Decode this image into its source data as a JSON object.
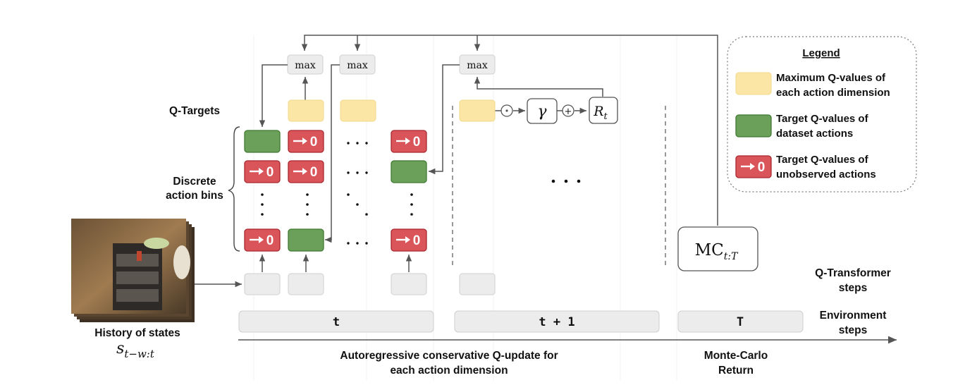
{
  "labels": {
    "q_targets": "Q-Targets",
    "discrete_bins_1": "Discrete",
    "discrete_bins_2": "action bins",
    "history_1": "History of states",
    "history_math": "s",
    "history_sub": "t−w:t",
    "q_transformer_1": "Q-Transformer",
    "q_transformer_2": "steps",
    "environment_1": "Environment",
    "environment_2": "steps",
    "autoregressive_1": "Autoregressive conservative Q-update for",
    "autoregressive_2": "each action dimension",
    "monte_carlo_1": "Monte-Carlo",
    "monte_carlo_2": "Return"
  },
  "steps": {
    "t": "t",
    "t_plus_1": "t + 1",
    "T": "T"
  },
  "ops": {
    "max": "max",
    "gamma": "γ",
    "reward": "R",
    "reward_sub": "t",
    "mc": "MC",
    "mc_sub": "t:T",
    "odot": "⊙",
    "oplus": "⊕",
    "zero_label": "0",
    "ellipsis_h": "· · ·"
  },
  "legend": {
    "title": "Legend",
    "items": [
      {
        "kind": "yellow",
        "line1": "Maximum Q-values of",
        "line2": "each action dimension"
      },
      {
        "kind": "green",
        "line1": "Target Q-values of",
        "line2": "dataset actions"
      },
      {
        "kind": "red",
        "line1": "Target Q-values of",
        "line2": "unobserved actions"
      }
    ]
  },
  "colors": {
    "yellow": "#fbe6a6",
    "green": "#6aa05a",
    "green_stroke": "#3f7a32",
    "red": "#d9555a",
    "red_stroke": "#a8282e",
    "gray": "#ececec",
    "gray_stroke": "#cfcfcf",
    "arrow": "#555555"
  }
}
